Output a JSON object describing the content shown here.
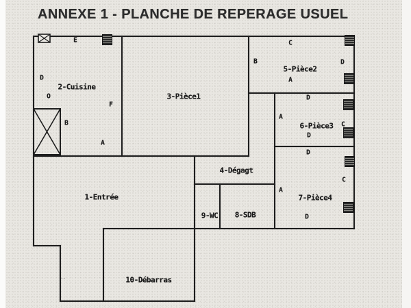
{
  "title": "ANNEXE 1 - PLANCHE DE REPERAGE USUEL",
  "rooms": [
    {
      "number": 1,
      "label": "1-Entrée"
    },
    {
      "number": 2,
      "label": "2-Cuisine"
    },
    {
      "number": 3,
      "label": "3-Pièce1"
    },
    {
      "number": 4,
      "label": "4-Dégagt"
    },
    {
      "number": 5,
      "label": "5-Pièce2"
    },
    {
      "number": 6,
      "label": "6-Pièce3"
    },
    {
      "number": 7,
      "label": "7-Pièce4"
    },
    {
      "number": 8,
      "label": "8-SDB"
    },
    {
      "number": 9,
      "label": "9-WC"
    },
    {
      "number": 10,
      "label": "10-Débarras"
    }
  ],
  "wall_markers": [
    {
      "char": "E",
      "room": "2-Cuisine",
      "position": "top-wall"
    },
    {
      "char": "D",
      "room": "2-Cuisine",
      "position": "left-wall"
    },
    {
      "char": "O",
      "room": "2-Cuisine",
      "position": "left-mid"
    },
    {
      "char": "B",
      "room": "2-Cuisine",
      "position": "beside-stairs"
    },
    {
      "char": "F",
      "room": "2-Cuisine",
      "position": "right-wall"
    },
    {
      "char": "A",
      "room": "2-Cuisine",
      "position": "bottom-wall"
    },
    {
      "char": "B",
      "room": "5-Pièce2",
      "position": "west-wall"
    },
    {
      "char": "C",
      "room": "5-Pièce2",
      "position": "top-wall"
    },
    {
      "char": "D",
      "room": "5-Pièce2",
      "position": "east-wall"
    },
    {
      "char": "A",
      "room": "5-Pièce2",
      "position": "below-label"
    },
    {
      "char": "D",
      "room": "6-Pièce3",
      "position": "top-wall"
    },
    {
      "char": "A",
      "room": "6-Pièce3",
      "position": "west-wall"
    },
    {
      "char": "C",
      "room": "6-Pièce3",
      "position": "east-wall"
    },
    {
      "char": "D",
      "room": "6-Pièce3",
      "position": "bottom-wall"
    },
    {
      "char": "D",
      "room": "7-Pièce4",
      "position": "top-wall"
    },
    {
      "char": "A",
      "room": "7-Pièce4",
      "position": "west-wall"
    },
    {
      "char": "C",
      "room": "7-Pièce4",
      "position": "east-wall"
    },
    {
      "char": "D",
      "room": "7-Pièce4",
      "position": "bottom-wall"
    }
  ],
  "icons": {
    "window": "window-icon",
    "radiator": "radiator-icon",
    "stairs": "stairs-icon"
  },
  "colors": {
    "paper": "#e9e7e2",
    "wall": "#1e1e1e",
    "ink": "#1c1c1c"
  }
}
